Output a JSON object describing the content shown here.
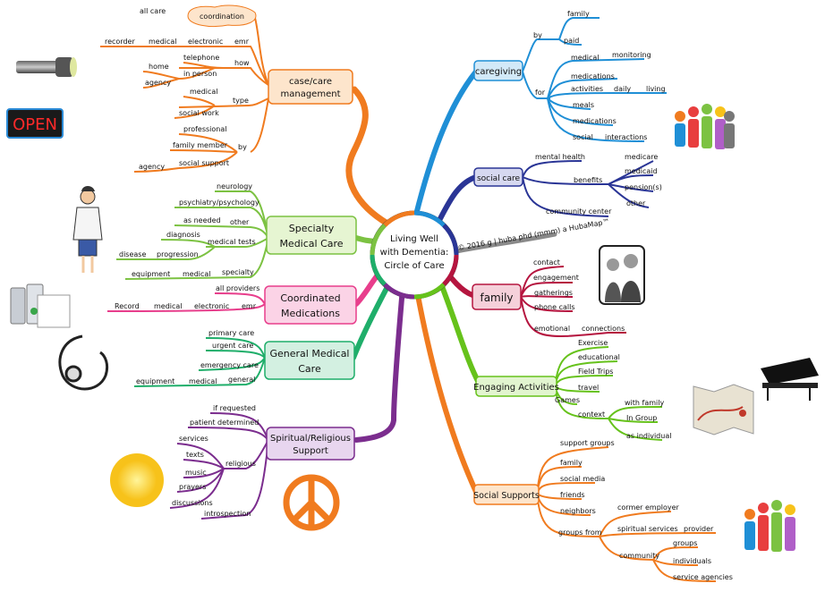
{
  "center": {
    "line1": "Living Well",
    "line2": "with Dementia:",
    "line3": "Circle of Care"
  },
  "credit": "© 2016 g | huba phd (mmm) a HubaMap™",
  "colors": {
    "orange": "#f07b1f",
    "green": "#7cc242",
    "pink": "#e83e8c",
    "teal": "#1fae6a",
    "purple": "#7b2d8e",
    "blue": "#1f8fd6",
    "navy": "#2a3596",
    "maroon": "#b5153f",
    "lime": "#66c21b",
    "gray": "#8a8a8a"
  },
  "case": {
    "title1": "case/care",
    "title2": "management",
    "coordination": "coordination",
    "all_care": "all care",
    "emr": "emr",
    "electronic": "electronic",
    "medical": "medical",
    "recorder": "recorder",
    "how": "how",
    "telephone": "telephone",
    "in_person": "in person",
    "home": "home",
    "agency": "agency",
    "type": "type",
    "type_medical": "medical",
    "social_work": "social work",
    "by": "by",
    "professional": "professional",
    "family_member": "family member",
    "social_support": "social support",
    "by_agency": "agency"
  },
  "specialty": {
    "title1": "Specialty",
    "title2": "Medical Care",
    "neurology": "neurology",
    "psychiatry": "psychiatry/psychology",
    "other": "other",
    "as_needed": "as needed",
    "medical_tests": "medical tests",
    "diagnosis": "diagnosis",
    "progression": "progression",
    "disease": "disease",
    "specialty": "specialty",
    "medical": "medical",
    "equipment": "equipment"
  },
  "coordinated": {
    "title1": "Coordinated",
    "title2": "Medications",
    "all_providers": "all providers",
    "emr": "emr",
    "electronic": "electronic",
    "medical": "medical",
    "record": "Record"
  },
  "general": {
    "title1": "General Medical",
    "title2": "Care",
    "primary_care": "primary care",
    "urgent_care": "urgent care",
    "emergency_care": "emergency care",
    "general": "general",
    "medical": "medical",
    "equipment": "equipment"
  },
  "spiritual": {
    "title1": "Spiritual/Religious",
    "title2": "Support",
    "if_requested": "if requested",
    "patient_determined": "patient determined",
    "religious": "religious",
    "services": "services",
    "texts": "texts",
    "music": "music",
    "prayers": "prayers",
    "discussions": "discussions",
    "introspection": "introspection"
  },
  "caregiving": {
    "title": "caregiving",
    "by": "by",
    "family": "family",
    "paid": "paid",
    "for": "for",
    "medical": "medical",
    "monitoring": "monitoring",
    "medications": "medications",
    "activities": "activities",
    "daily": "daily",
    "living": "living",
    "meals": "meals",
    "medications2": "medications",
    "social": "social",
    "interactions": "interactions"
  },
  "social_care": {
    "title": "social care",
    "mental_health": "mental health",
    "benefits": "benefits",
    "medicare": "medicare",
    "medicaid": "medicaid",
    "pensions": "pension(s)",
    "other": "other",
    "community_center": "community center"
  },
  "family": {
    "title": "family",
    "contact": "contact",
    "engagement": "engagement",
    "gatherings": "gatherings",
    "phone_calls": "phone calls",
    "emotional": "emotional",
    "connections": "connections"
  },
  "engaging": {
    "title": "Engaging Activities",
    "exercise": "Exercise",
    "educational": "educational",
    "field_trips": "Field Trips",
    "travel": "travel",
    "games": "Games",
    "context": "context",
    "with_family": "with family",
    "in_group": "In Group",
    "as_individual": "as individual"
  },
  "supports": {
    "title": "Social Supports",
    "support_groups": "support groups",
    "family": "family",
    "social_media": "social media",
    "friends": "friends",
    "neighbors": "neighbors",
    "groups_from": "groups from",
    "former_employer": "cormer employer",
    "spiritual_services": "spiritual services",
    "provider": "provider",
    "community": "community",
    "groups": "groups",
    "individuals": "individuals",
    "service_agencies": "service agencies"
  },
  "icons": {
    "open_sign": "OPEN"
  }
}
